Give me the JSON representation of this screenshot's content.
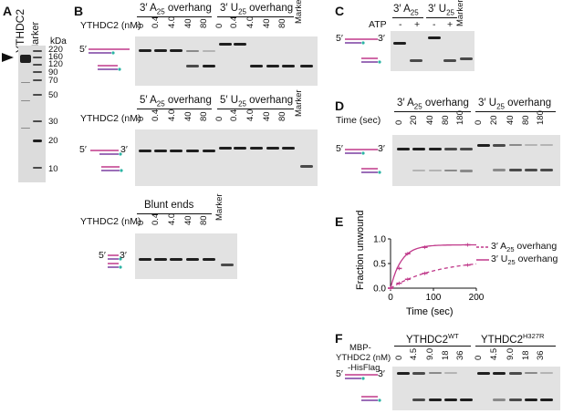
{
  "panels": {
    "A": {
      "letter": "A",
      "lane1": "YTHDC2",
      "lane2": "Marker",
      "unit": "kDa",
      "markers": [
        "220",
        "160",
        "120",
        "90",
        "70",
        "50",
        "30",
        "20",
        "10"
      ]
    },
    "B": {
      "letter": "B",
      "ylabel": "YTHDC2 (nM)",
      "conc": [
        "0",
        "0.4",
        "4.0",
        "40",
        "80"
      ],
      "marker": "Marker",
      "titles": {
        "a3": "3′ A",
        "u3": "3′ U",
        "a5": "5′ A",
        "u5": "5′ U",
        "blunt": "Blunt ends"
      },
      "sub": "25",
      "overhang": " overhang"
    },
    "C": {
      "letter": "C",
      "atp": "ATP",
      "signs": [
        "-",
        "+",
        "-",
        "+"
      ],
      "marker": "Marker",
      "a": "3′ A",
      "u": "3′ U",
      "sub": "25"
    },
    "D": {
      "letter": "D",
      "ylabel": "Time (sec)",
      "times": [
        "0",
        "20",
        "40",
        "80",
        "180"
      ],
      "a": "3′ A",
      "u": "3′ U",
      "sub": "25",
      "overhang": " overhang"
    },
    "E": {
      "letter": "E",
      "ylabel": "Fraction unwound",
      "xlabel": "Time (sec)",
      "legend": [
        "3′ A",
        "3′ U"
      ],
      "sub": "25",
      "overhang": " overhang"
    },
    "F": {
      "letter": "F",
      "ylabel1": "MBP-",
      "ylabel2": "YTHDC2 (nM)",
      "ylabel3": "-HisFlag",
      "conc": [
        "0",
        "4.5",
        "9.0",
        "18",
        "36"
      ],
      "wt": "YTHDC2",
      "wtsup": "WT",
      "mut": "YTHDC2",
      "mutsup": "H327R"
    },
    "ends": {
      "five": "5′",
      "three": "3′"
    }
  },
  "chart_data": {
    "type": "line",
    "xlabel": "Time (sec)",
    "ylabel": "Fraction unwound",
    "xlim": [
      0,
      200
    ],
    "ylim": [
      0,
      1.0
    ],
    "xticks": [
      0,
      100,
      200
    ],
    "yticks": [
      0.0,
      0.5,
      1.0
    ],
    "series": [
      {
        "name": "3′ A25 overhang",
        "style": "dashed",
        "color": "#c0398a",
        "x": [
          0,
          20,
          40,
          80,
          180
        ],
        "y": [
          0.0,
          0.1,
          0.18,
          0.3,
          0.47
        ]
      },
      {
        "name": "3′ U25 overhang",
        "style": "solid",
        "color": "#c0398a",
        "x": [
          0,
          20,
          40,
          80,
          180
        ],
        "y": [
          0.0,
          0.4,
          0.7,
          0.83,
          0.88
        ]
      }
    ]
  },
  "colors": {
    "magenta": "#c0398a",
    "purple": "#7a3fa0",
    "teal": "#2bb3a3"
  }
}
